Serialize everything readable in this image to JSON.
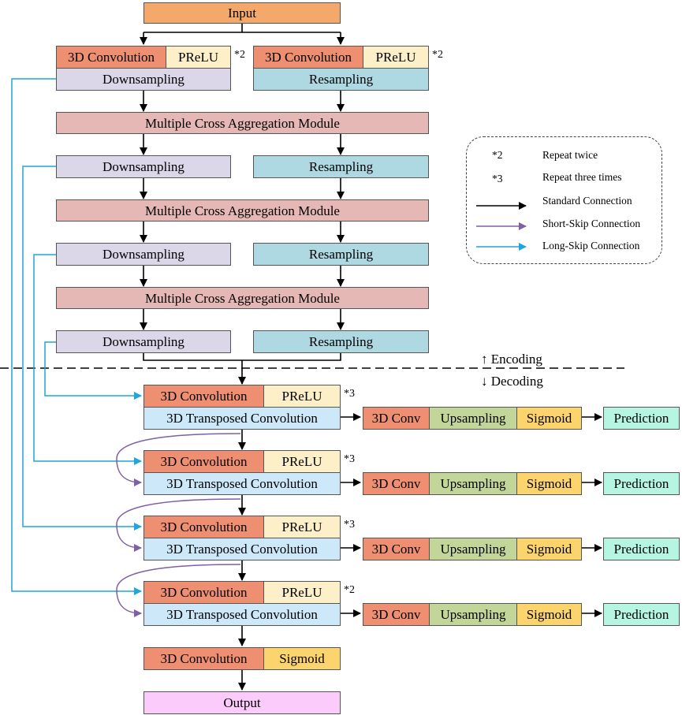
{
  "input": "Input",
  "output": "Output",
  "conv3d": "3D Convolution",
  "prelu": "PReLU",
  "downsampling": "Downsampling",
  "resampling": "Resampling",
  "mcam": "Multiple Cross Aggregation Module",
  "transposed": "3D Transposed Convolution",
  "conv_short": "3D Conv",
  "upsampling": "Upsampling",
  "sigmoid": "Sigmoid",
  "prediction": "Prediction",
  "x2": "*2",
  "x3": "*3",
  "encoding": "↑ Encoding",
  "decoding": "↓ Decoding",
  "legend": {
    "x2": "*2",
    "x2_text": "Repeat twice",
    "x3": "*3",
    "x3_text": "Repeat three times",
    "standard": "Standard Connection",
    "short": "Short-Skip Connection",
    "long": "Long-Skip Connection"
  },
  "colors": {
    "standard": "#000000",
    "short_skip": "#7f5fa6",
    "long_skip": "#1fa6dc"
  }
}
